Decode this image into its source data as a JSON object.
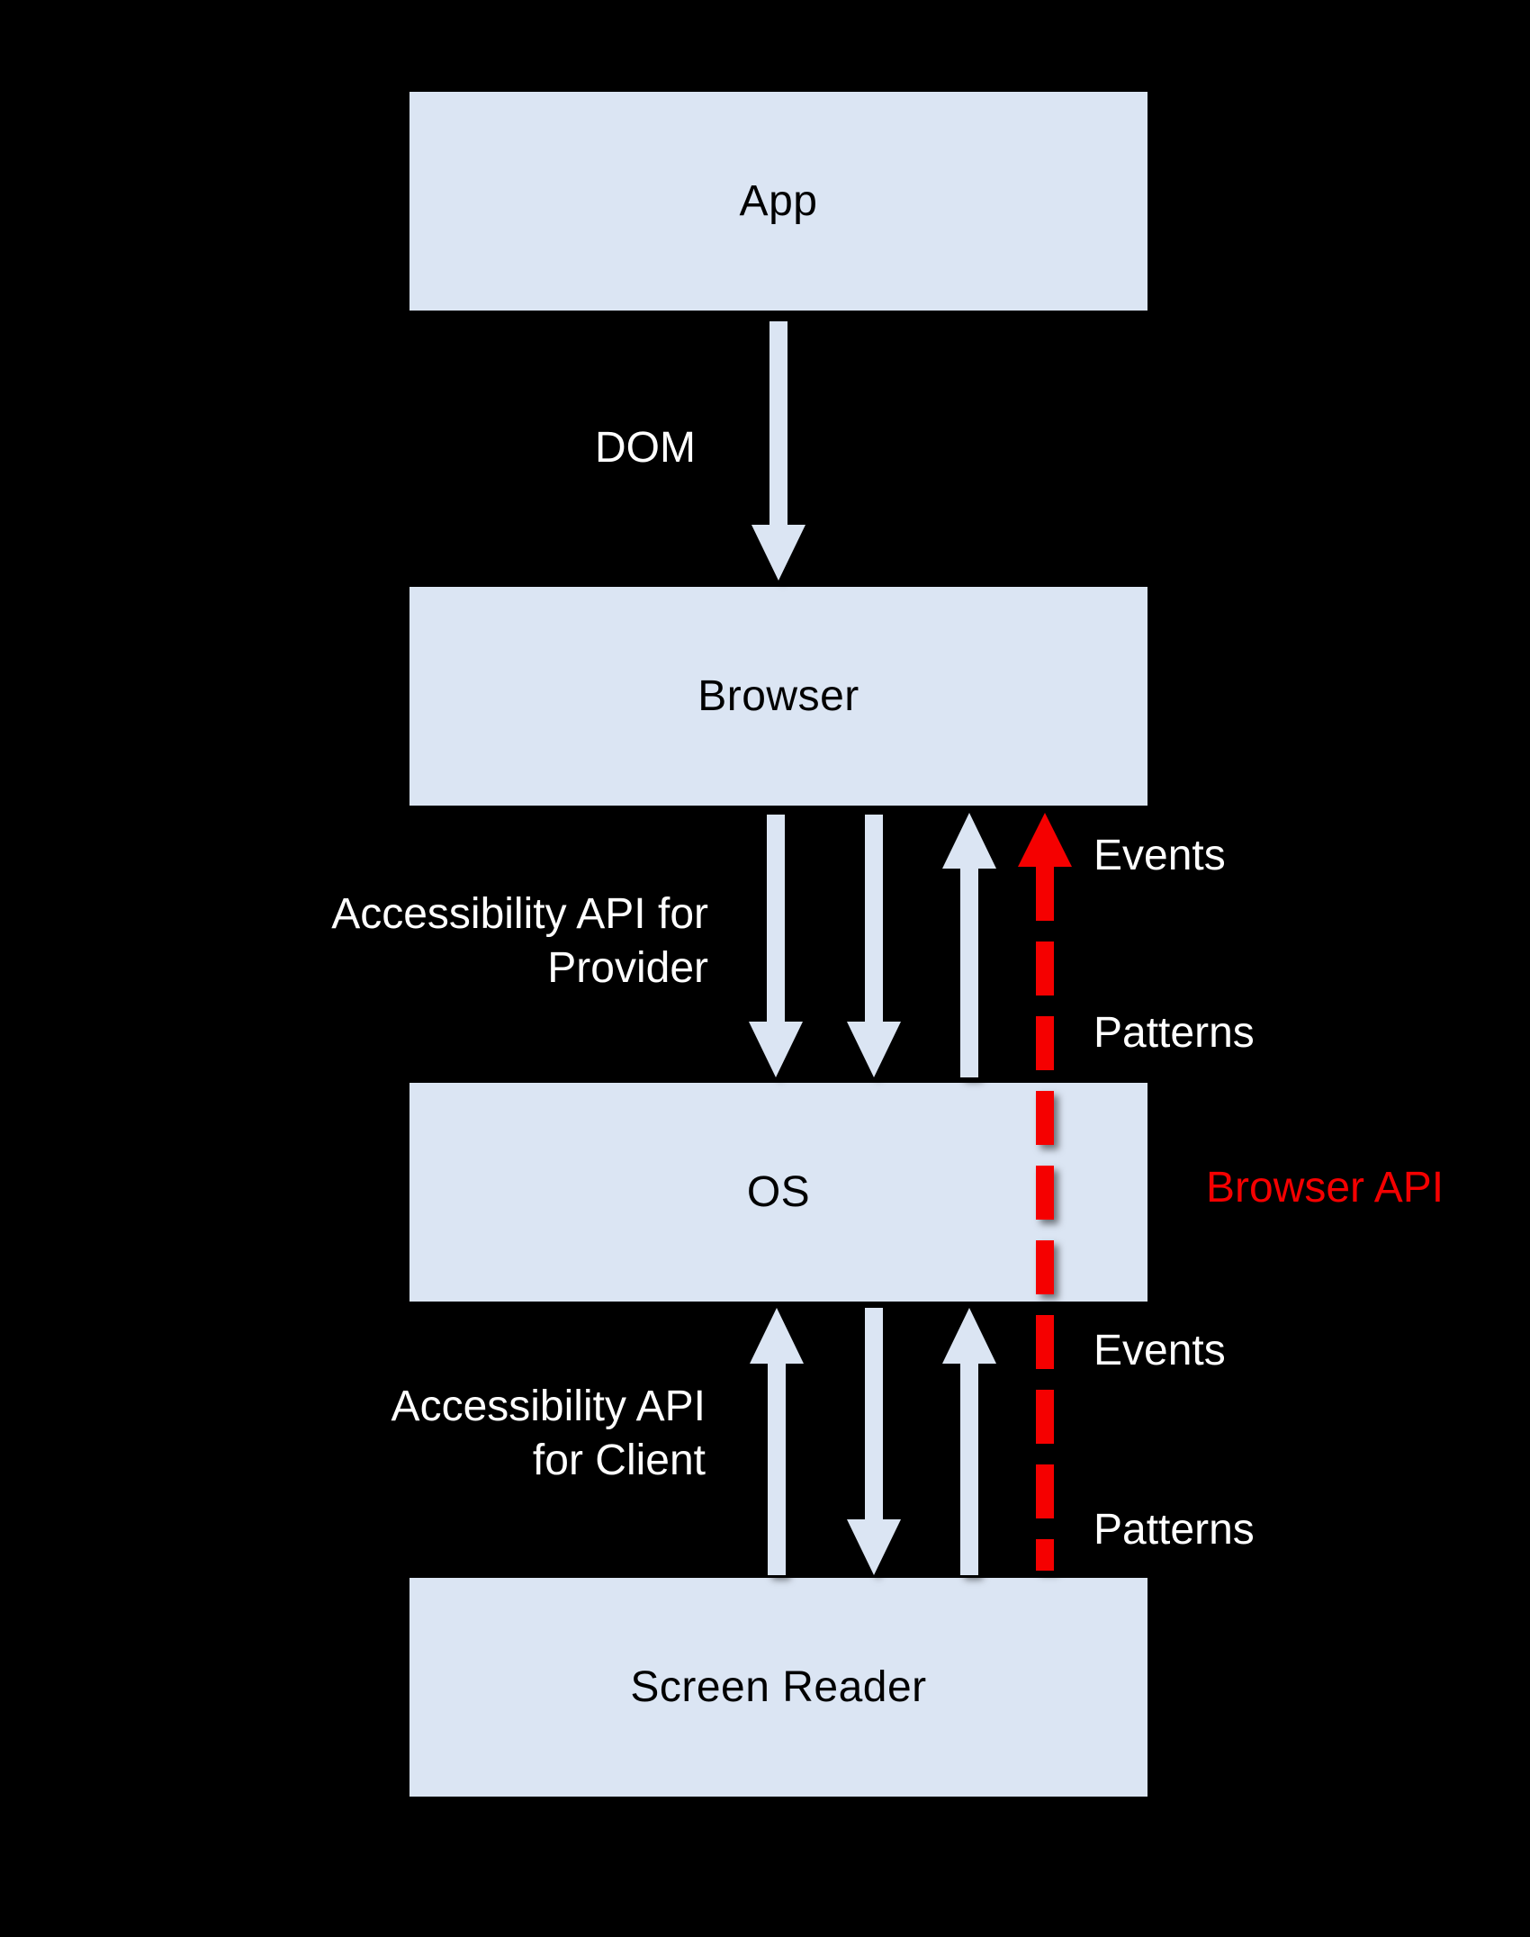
{
  "canvas": {
    "background": "#000000"
  },
  "colors": {
    "bg": "#000000",
    "box_fill": "#DBE5F3",
    "box_text": "#000000",
    "label_text": "#FFFFFF",
    "red": "#F50000"
  },
  "boxes": [
    {
      "id": "app",
      "label": "App"
    },
    {
      "id": "browser",
      "label": "Browser"
    },
    {
      "id": "os",
      "label": "OS"
    },
    {
      "id": "screen-reader",
      "label": "Screen Reader"
    }
  ],
  "edge_labels": {
    "dom": "DOM",
    "provider_api_line1": "Accessibility API for",
    "provider_api_line2": "Provider",
    "events_browser_os": "Events",
    "patterns_browser_os": "Patterns",
    "browser_api": "Browser API",
    "client_api_line1": "Accessibility API",
    "client_api_line2": "for Client",
    "events_os_screenreader": "Events",
    "patterns_os_screenreader": "Patterns"
  },
  "arrows": [
    {
      "name": "dom-arrow",
      "from": "App",
      "to": "Browser",
      "direction": "down",
      "style": "solid",
      "color": "#DBE5F3"
    },
    {
      "name": "provider-down-arrow-1",
      "from": "Browser",
      "to": "OS",
      "direction": "down",
      "style": "solid",
      "color": "#DBE5F3"
    },
    {
      "name": "provider-down-arrow-2",
      "from": "Browser",
      "to": "OS",
      "direction": "down",
      "style": "solid",
      "color": "#DBE5F3"
    },
    {
      "name": "provider-up-arrow",
      "from": "OS",
      "to": "Browser",
      "direction": "up",
      "style": "solid",
      "color": "#DBE5F3"
    },
    {
      "name": "client-up-arrow-1",
      "from": "Screen Reader",
      "to": "OS",
      "direction": "up",
      "style": "solid",
      "color": "#DBE5F3"
    },
    {
      "name": "client-down-arrow",
      "from": "OS",
      "to": "Screen Reader",
      "direction": "down",
      "style": "solid",
      "color": "#DBE5F3"
    },
    {
      "name": "client-up-arrow-2",
      "from": "Screen Reader",
      "to": "OS",
      "direction": "up",
      "style": "solid",
      "color": "#DBE5F3"
    },
    {
      "name": "browser-api-arrow",
      "from": "Screen Reader",
      "to": "Browser",
      "direction": "up",
      "style": "dashed",
      "color": "#F50000"
    }
  ]
}
